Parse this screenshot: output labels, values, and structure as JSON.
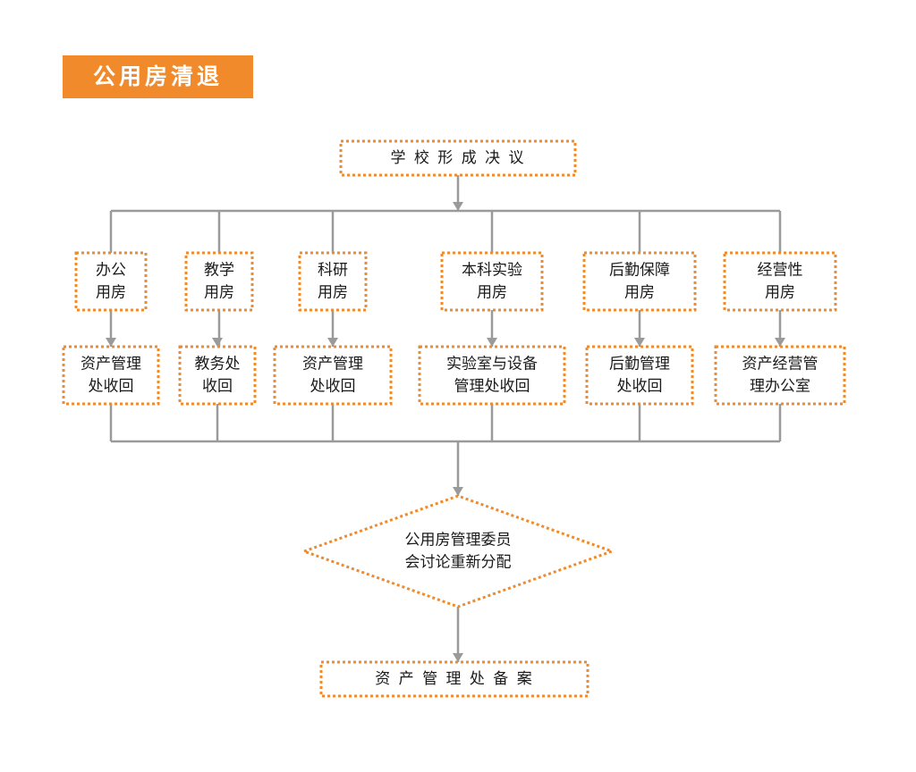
{
  "title": "公用房清退",
  "top": "学 校 形 成 决 议",
  "categories": [
    {
      "label": [
        "办公",
        "用房"
      ],
      "office": [
        "资产管理",
        "处收回"
      ]
    },
    {
      "label": [
        "教学",
        "用房"
      ],
      "office": [
        "教务处",
        "收回"
      ]
    },
    {
      "label": [
        "科研",
        "用房"
      ],
      "office": [
        "资产管理",
        "处收回"
      ]
    },
    {
      "label": [
        "本科实验",
        "用房"
      ],
      "office": [
        "实验室与设备",
        "管理处收回"
      ]
    },
    {
      "label": [
        "后勤保障",
        "用房"
      ],
      "office": [
        "后勤管理",
        "处收回"
      ]
    },
    {
      "label": [
        "经营性",
        "用房"
      ],
      "office": [
        "资产经营管",
        "理办公室"
      ]
    }
  ],
  "decision": [
    "公用房管理委员",
    "会讨论重新分配"
  ],
  "bottom": "资 产 管 理 处 备 案",
  "colors": {
    "accent": "#f08a2a",
    "connector": "#9a9a9a",
    "text": "#1a1a1a"
  }
}
